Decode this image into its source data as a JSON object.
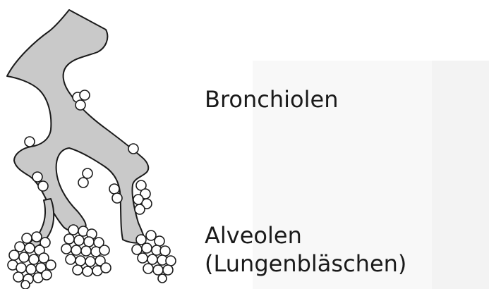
{
  "labels": {
    "bronchioles": "Bronchiolen",
    "alveoles_line1": "Alveolen",
    "alveoles_line2": "(Lungenbläschen)"
  },
  "colors": {
    "airway_fill": "#c9c9c9",
    "outline": "#1a1a1a",
    "alveolus_fill": "#ffffff",
    "text": "#1a1a1a"
  }
}
